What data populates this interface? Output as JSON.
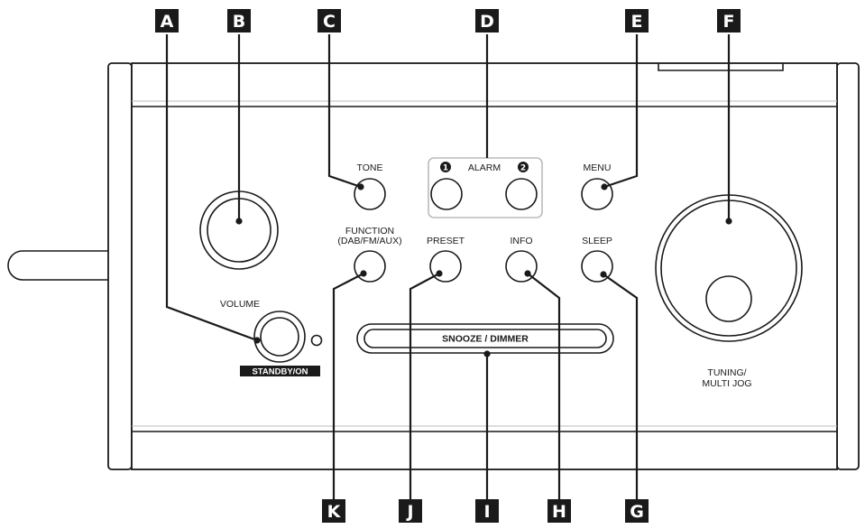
{
  "callouts": [
    "A",
    "B",
    "C",
    "D",
    "E",
    "F",
    "G",
    "H",
    "I",
    "J",
    "K"
  ],
  "labels": {
    "tone": "TONE",
    "alarm": "ALARM",
    "alarm1": "1",
    "alarm2": "2",
    "menu": "MENU",
    "function_l1": "FUNCTION",
    "function_l2": "(DAB/FM/AUX)",
    "preset": "PRESET",
    "info": "INFO",
    "sleep": "SLEEP",
    "volume": "VOLUME",
    "standby": "STANDBY/ON",
    "snooze": "SNOOZE / DIMMER",
    "tuning_l1": "TUNING/",
    "tuning_l2": "MULTI JOG"
  },
  "colors": {
    "line": "#1a1a1a",
    "panel_fill": "#ffffff",
    "bezel": "#e8e8e8",
    "callout_bg": "#1a1a1a"
  }
}
